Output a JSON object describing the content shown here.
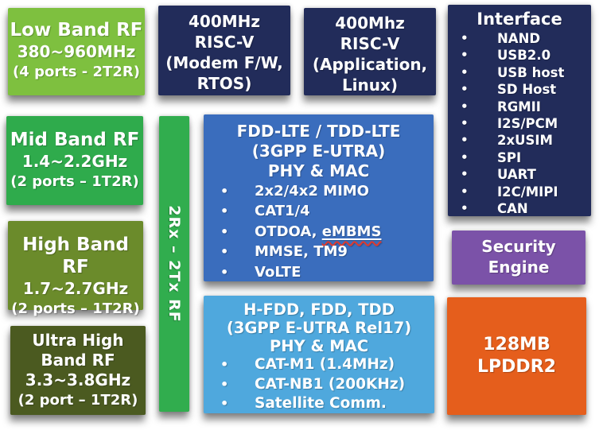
{
  "text_color": "#ffffff",
  "spellcheck_underline_color": "#e03a2e",
  "blocks": {
    "low_band": {
      "lines": [
        "Low Band RF",
        "380~960MHz",
        "(4 ports - 2T2R)"
      ],
      "bg": "#7ec03f"
    },
    "modem_cpu": {
      "lines": [
        "400MHz",
        "RISC-V",
        "(Modem F/W,",
        "RTOS)"
      ],
      "bg": "#222c5a"
    },
    "app_cpu": {
      "lines": [
        "400Mhz",
        "RISC-V",
        "(Application,",
        "Linux)"
      ],
      "bg": "#222c5a"
    },
    "interface": {
      "title": "Interface",
      "items": [
        "NAND",
        "USB2.0",
        "USB host",
        "SD Host",
        "RGMII",
        "I2S/PCM",
        "2xUSIM",
        "SPI",
        "UART",
        "I2C/MIPI",
        "CAN"
      ],
      "bg": "#222c5a"
    },
    "mid_band": {
      "lines": [
        "Mid Band RF",
        "1.4~2.2GHz",
        "(2 ports – 1T2R)"
      ],
      "bg": "#2fab4c"
    },
    "high_band": {
      "lines": [
        "High Band RF",
        "1.7~2.7GHz",
        "(2 ports – 1T2R)"
      ],
      "bg": "#6b8b2b"
    },
    "ultra_band": {
      "lines": [
        "Ultra High",
        "Band RF",
        "3.3~3.8GHz",
        "(2 port – 1T2R)"
      ],
      "bg": "#4b5a20"
    },
    "rf_bar": {
      "label": "2Rx – 2Tx RF",
      "bg": "#31ad4e"
    },
    "fdd_lte": {
      "title_lines": [
        "FDD-LTE / TDD-LTE",
        "(3GPP E-UTRA)",
        "PHY & MAC"
      ],
      "bullets": {
        "b1": "2x2/4x2 MIMO",
        "b2": "CAT1/4",
        "b3_prefix": "OTDOA, ",
        "b3_embms": "eMBMS",
        "b4": "MMSE, TM9",
        "b5": "VoLTE"
      },
      "bg": "#3a6dbd"
    },
    "h_fdd": {
      "title_lines": [
        "H-FDD, FDD, TDD",
        "(3GPP E-UTRA Rel17)",
        "PHY & MAC"
      ],
      "items": [
        "CAT-M1 (1.4MHz)",
        "CAT-NB1 (200KHz)",
        "Satellite Comm."
      ],
      "bg": "#4fa8dd"
    },
    "security": {
      "lines": [
        "Security",
        "Engine"
      ],
      "bg": "#7b52a8"
    },
    "lpddr2": {
      "lines": [
        "128MB",
        "LPDDR2"
      ],
      "bg": "#e55e1c"
    }
  }
}
